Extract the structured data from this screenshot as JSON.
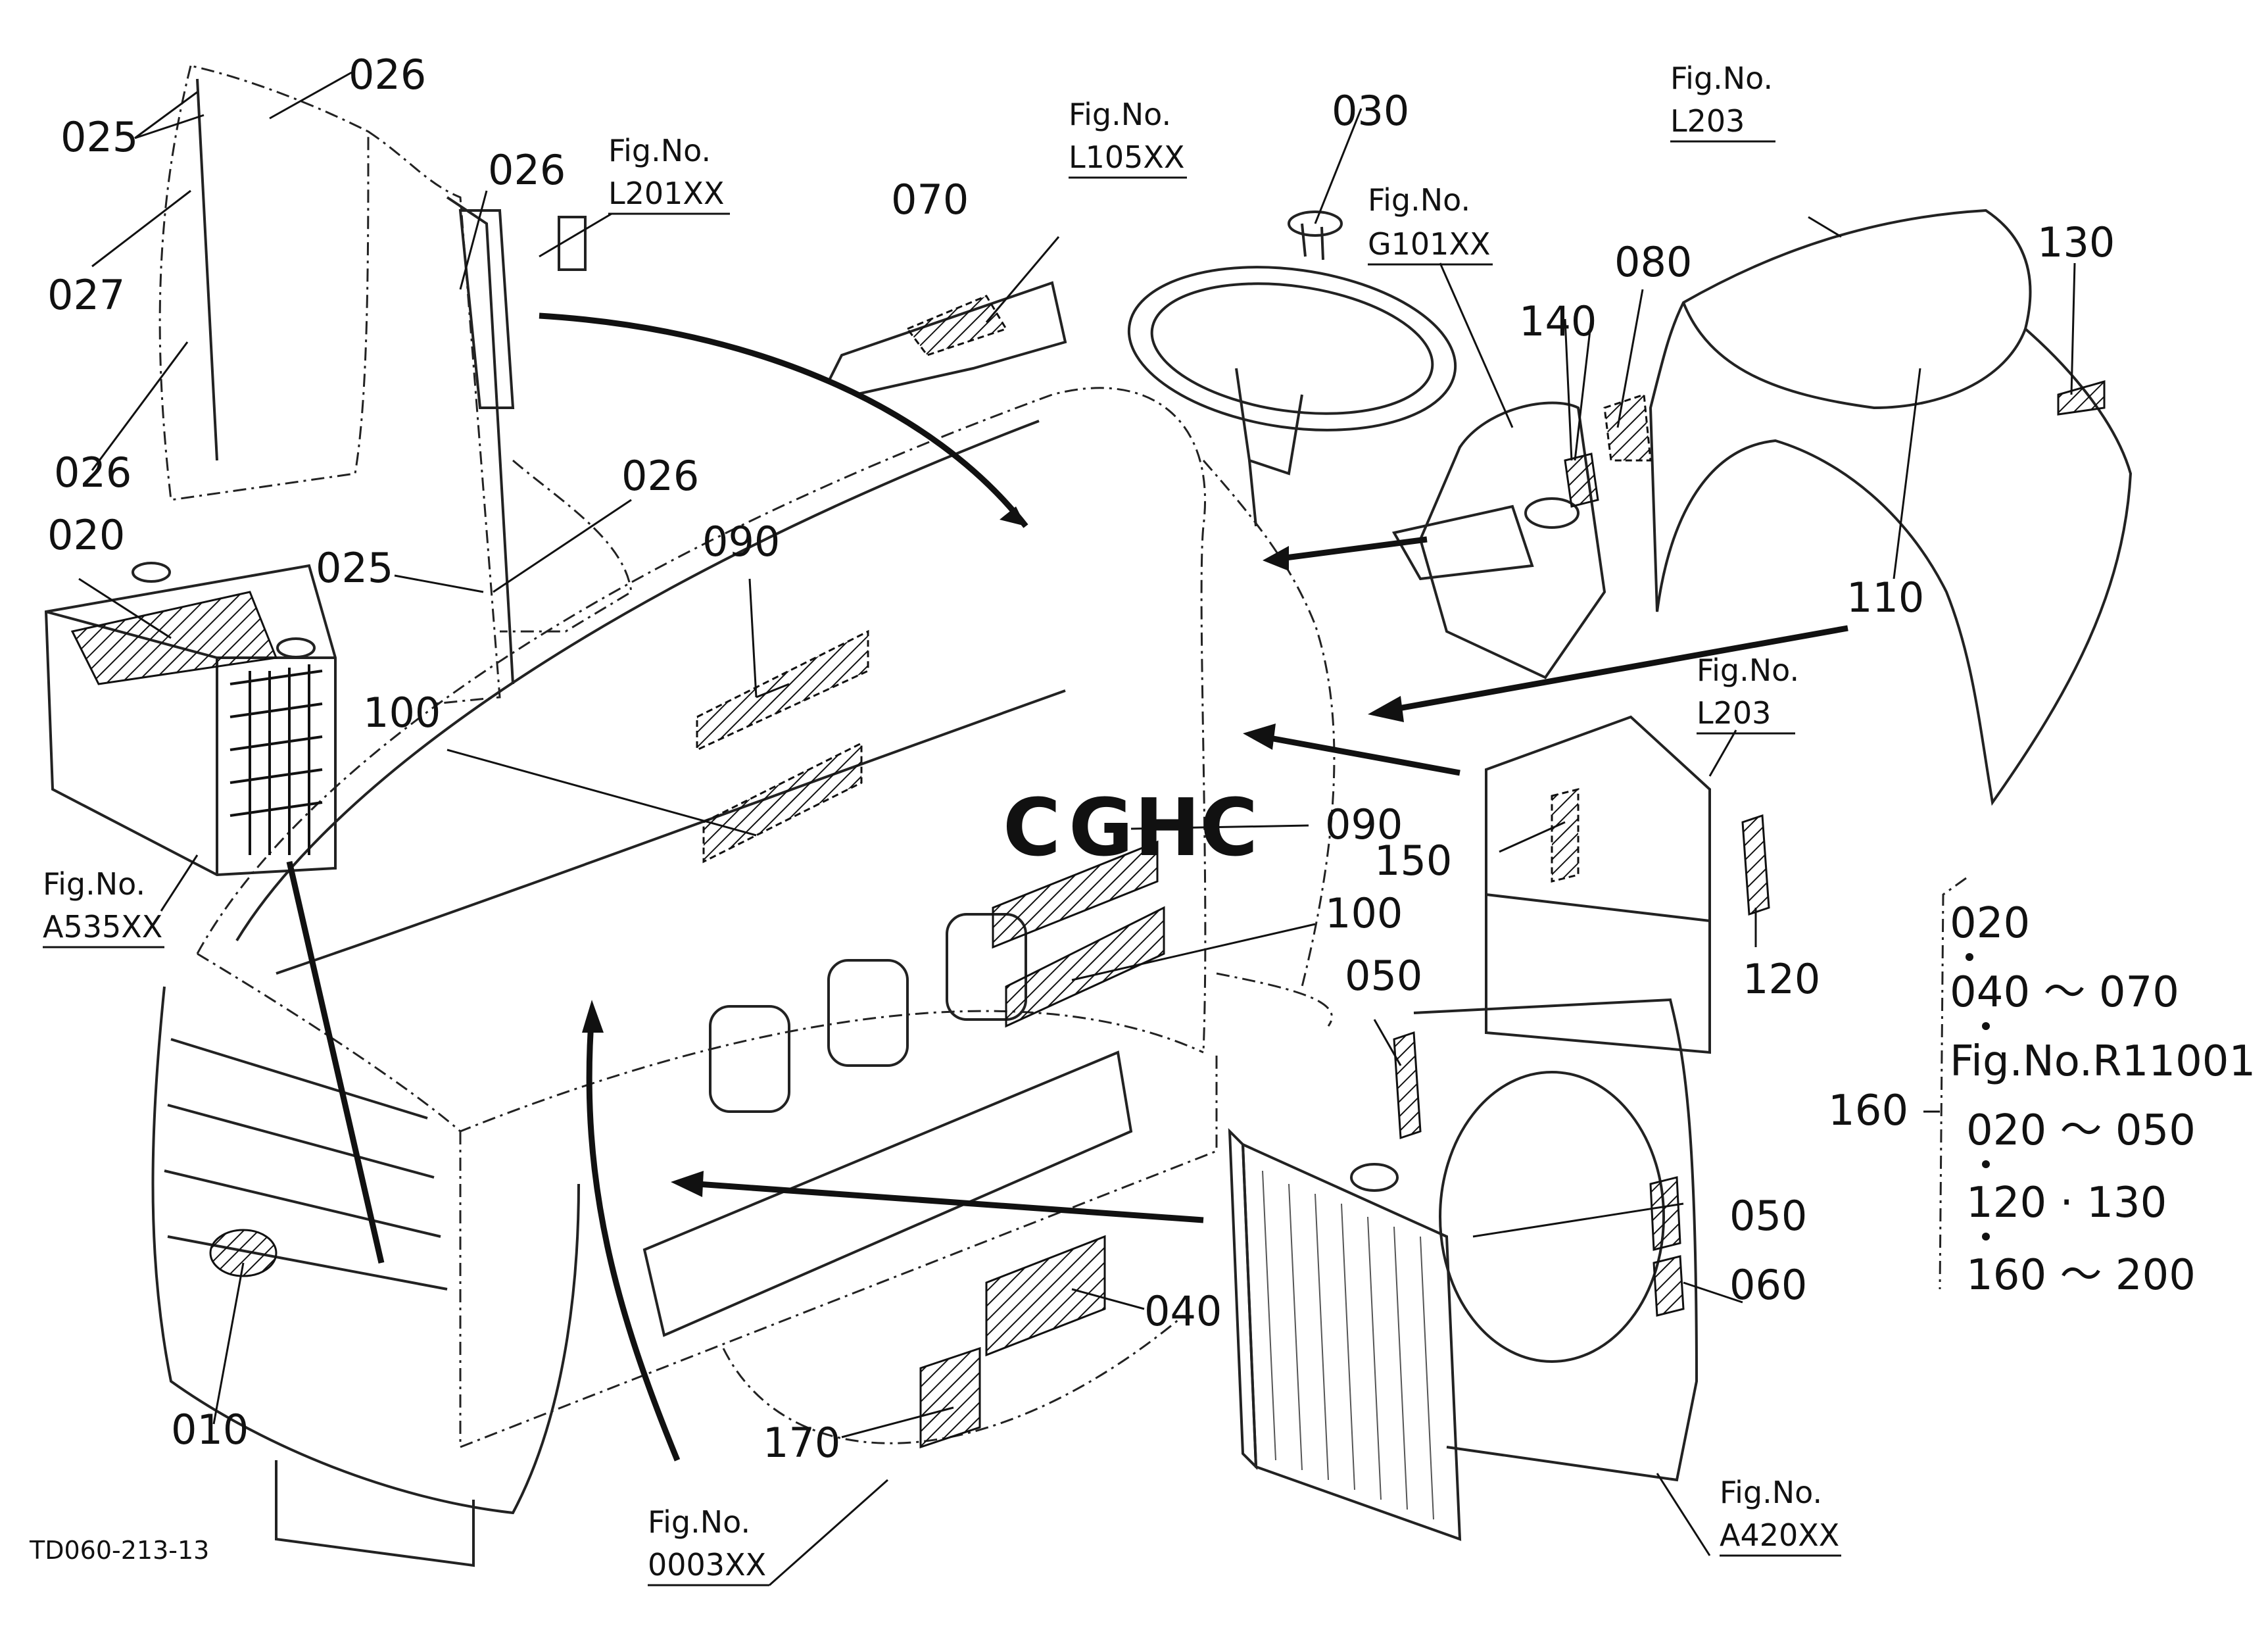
{
  "diagram": {
    "drawing_code": "TD060-213-13",
    "watermark": {
      "text": "CGHC",
      "colors": [
        "#3b7ddd",
        "#e8453c",
        "#f4b400",
        "#34a853"
      ]
    },
    "part_labels": [
      {
        "id": "p025a",
        "text": "025"
      },
      {
        "id": "p026a",
        "text": "026"
      },
      {
        "id": "p027",
        "text": "027"
      },
      {
        "id": "p026b",
        "text": "026"
      },
      {
        "id": "p026c",
        "text": "026"
      },
      {
        "id": "p026d",
        "text": "026"
      },
      {
        "id": "p025b",
        "text": "025"
      },
      {
        "id": "p020",
        "text": "020"
      },
      {
        "id": "p070",
        "text": "070"
      },
      {
        "id": "p030",
        "text": "030"
      },
      {
        "id": "p080",
        "text": "080"
      },
      {
        "id": "p140",
        "text": "140"
      },
      {
        "id": "p130",
        "text": "130"
      },
      {
        "id": "p110",
        "text": "110"
      },
      {
        "id": "p090a",
        "text": "090"
      },
      {
        "id": "p100a",
        "text": "100"
      },
      {
        "id": "p090b",
        "text": "090"
      },
      {
        "id": "p150",
        "text": "150"
      },
      {
        "id": "p100b",
        "text": "100"
      },
      {
        "id": "p120",
        "text": "120"
      },
      {
        "id": "p050a",
        "text": "050"
      },
      {
        "id": "p050b",
        "text": "050"
      },
      {
        "id": "p060",
        "text": "060"
      },
      {
        "id": "p040",
        "text": "040"
      },
      {
        "id": "p170",
        "text": "170"
      },
      {
        "id": "p010",
        "text": "010"
      }
    ],
    "figure_references": [
      {
        "id": "ref-l201",
        "line1": "Fig.No.",
        "line2": "L201XX"
      },
      {
        "id": "ref-l105",
        "line1": "Fig.No.",
        "line2": "L105XX"
      },
      {
        "id": "ref-g101",
        "line1": "Fig.No.",
        "line2": "G101XX"
      },
      {
        "id": "ref-l203a",
        "line1": "Fig.No.",
        "line2": "L203"
      },
      {
        "id": "ref-l203b",
        "line1": "Fig.No.",
        "line2": "L203"
      },
      {
        "id": "ref-a535",
        "line1": "Fig.No.",
        "line2": "A535XX"
      },
      {
        "id": "ref-0003",
        "line1": "Fig.No.",
        "line2": "0003XX"
      },
      {
        "id": "ref-a420",
        "line1": "Fig.No.",
        "line2": "A420XX"
      }
    ],
    "kit_note": {
      "label": "160",
      "lines": [
        "020",
        "040 ～ 070",
        "Fig.No.R11001",
        "020 ～ 050",
        "120 · 130",
        "160 ～ 200"
      ]
    }
  }
}
